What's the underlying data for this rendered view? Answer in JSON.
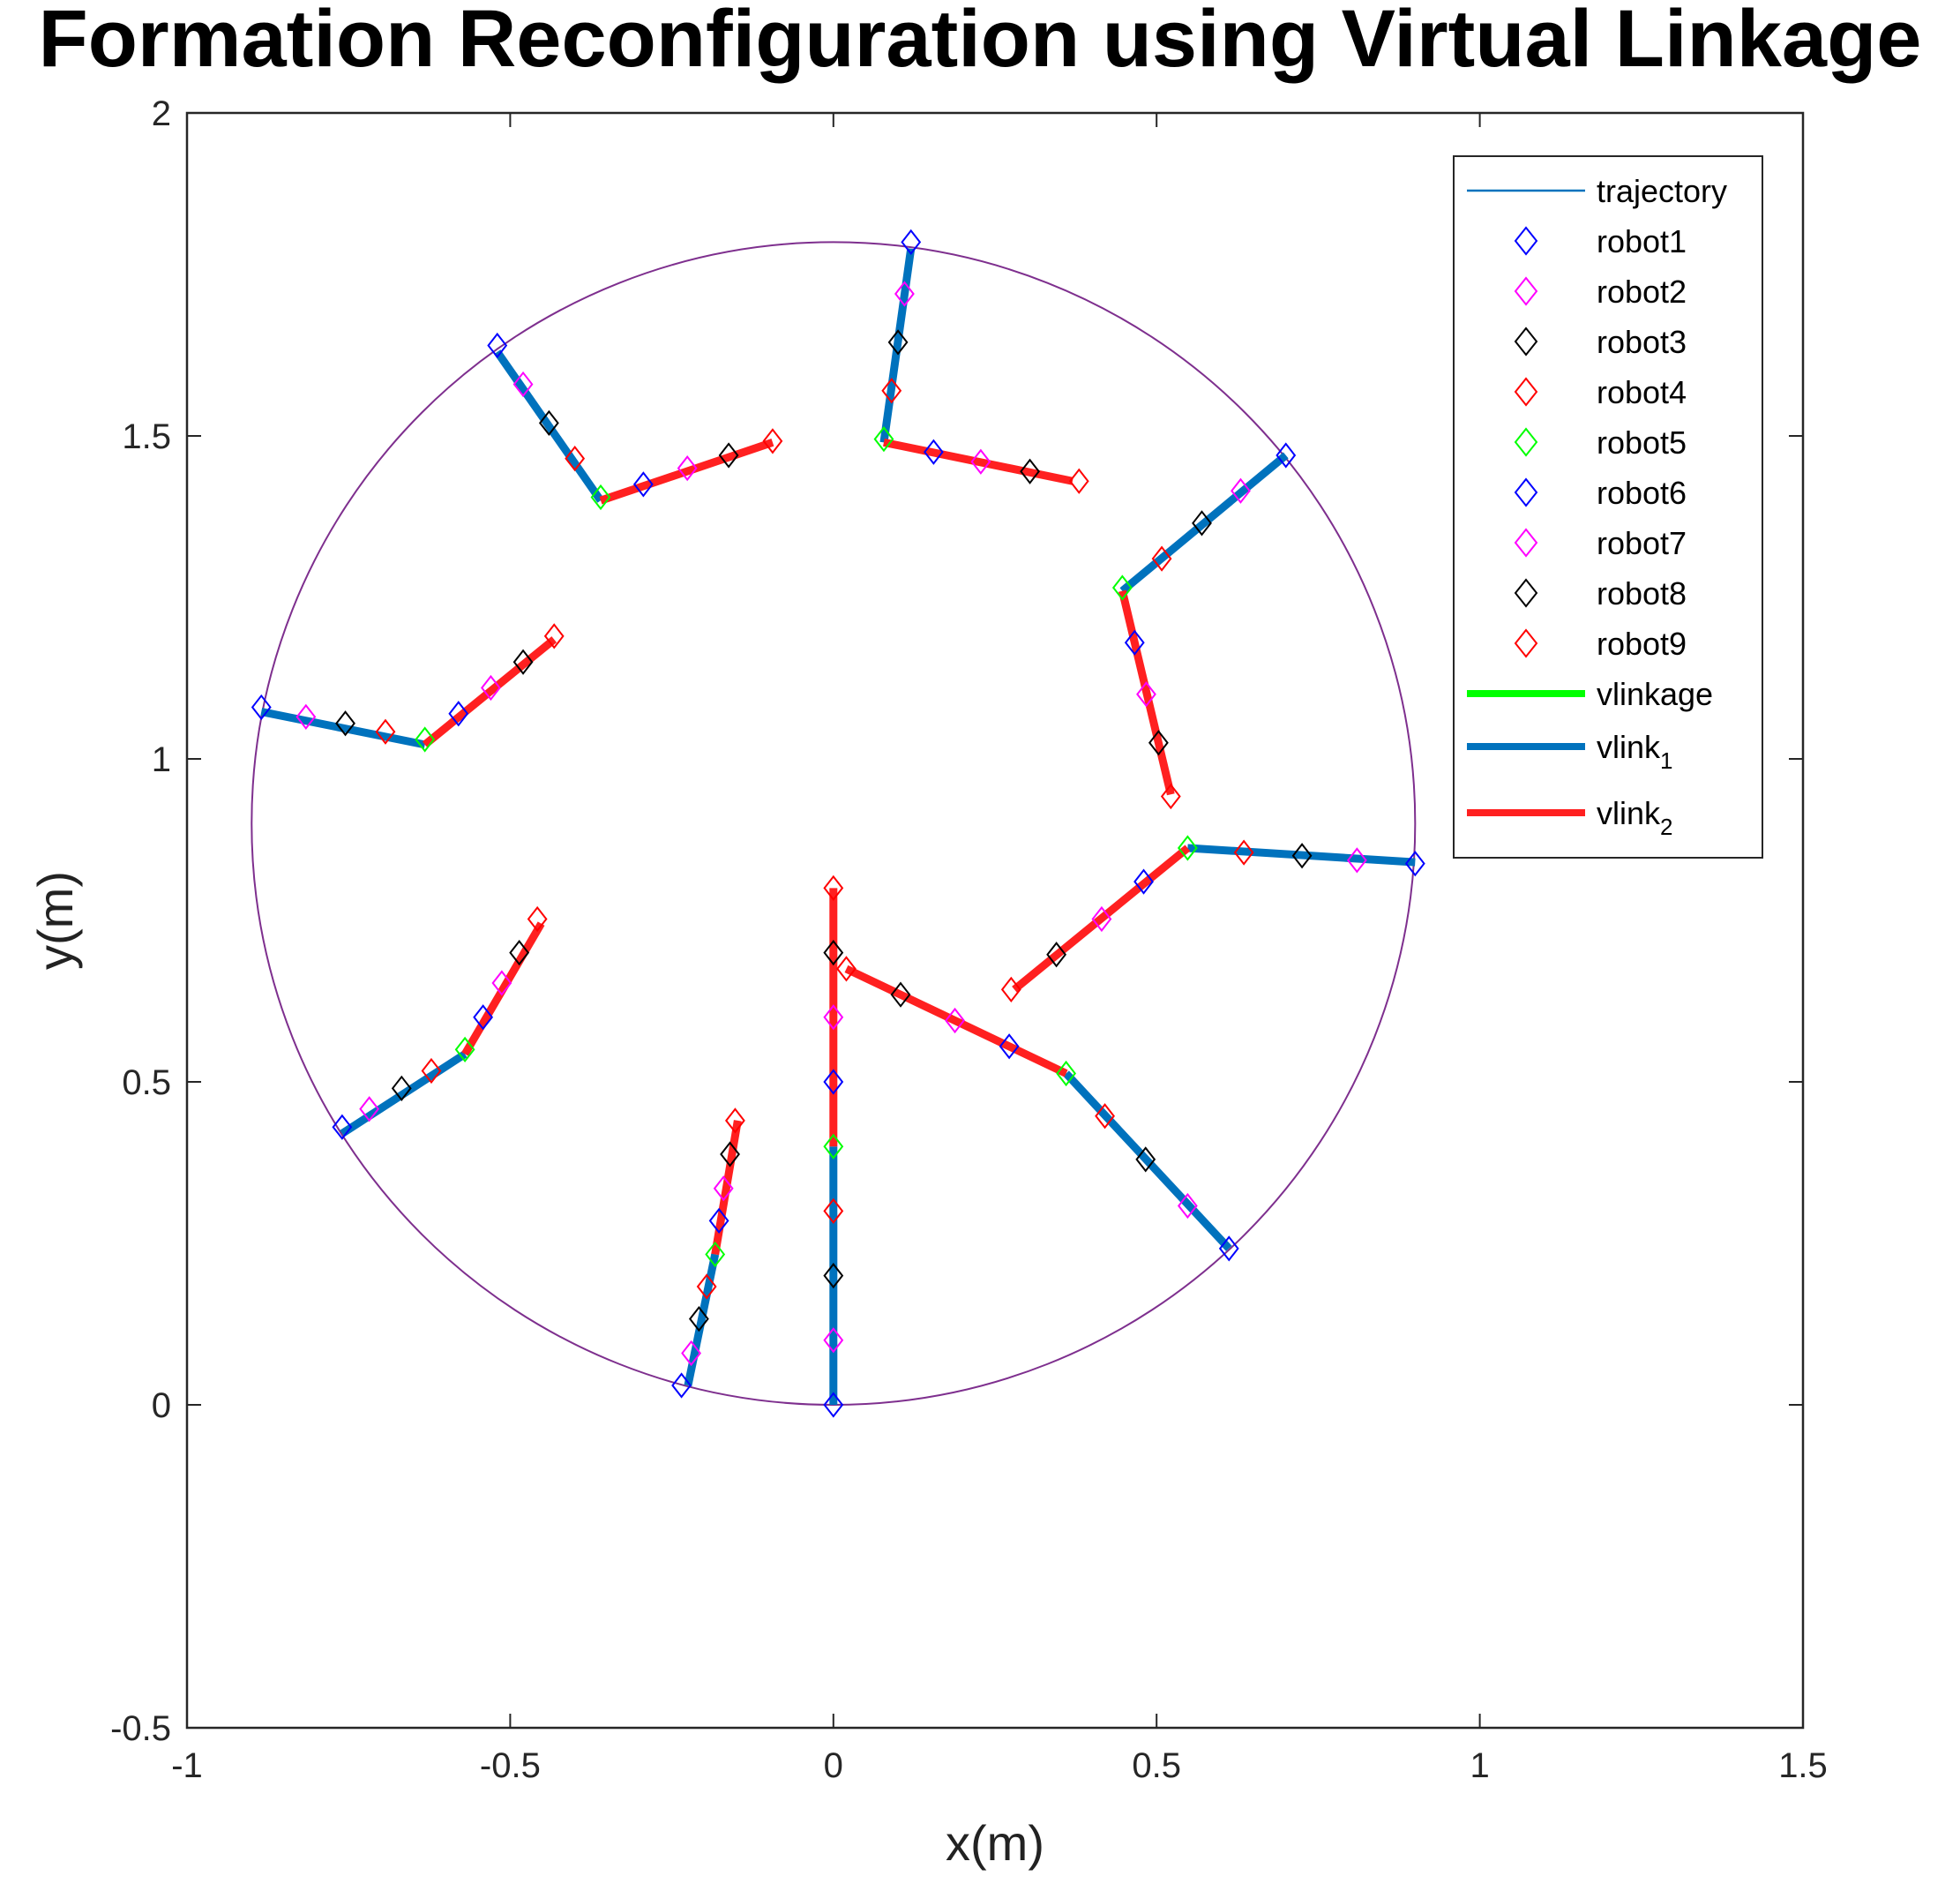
{
  "chart_data": {
    "type": "scatter",
    "title": "Formation Reconfiguration using Virtual Linkage",
    "xlabel": "x(m)",
    "ylabel": "y(m)",
    "xlim": [
      -1,
      1.5
    ],
    "ylim": [
      -0.5,
      2
    ],
    "xticks": [
      -1,
      -0.5,
      0,
      0.5,
      1,
      1.5
    ],
    "yticks": [
      -0.5,
      0,
      0.5,
      1,
      1.5,
      2
    ],
    "xtick_labels": [
      "-1",
      "-0.5",
      "0",
      "0.5",
      "1",
      "1.5"
    ],
    "ytick_labels": [
      "-0.5",
      "0",
      "0.5",
      "1",
      "1.5",
      "2"
    ],
    "grid": false,
    "legend_position": "top-right",
    "trajectory": {
      "name": "trajectory",
      "shape": "circle",
      "center": [
        0,
        0.9
      ],
      "radius": 0.9,
      "color": "#7E2F8E"
    },
    "legend": [
      {
        "label": "trajectory",
        "sub": "",
        "kind": "line",
        "color": "#0072BD",
        "width": "thin"
      },
      {
        "label": "robot1",
        "sub": "",
        "kind": "marker",
        "color": "#0000FF"
      },
      {
        "label": "robot2",
        "sub": "",
        "kind": "marker",
        "color": "#FF00FF"
      },
      {
        "label": "robot3",
        "sub": "",
        "kind": "marker",
        "color": "#000000"
      },
      {
        "label": "robot4",
        "sub": "",
        "kind": "marker",
        "color": "#FF0000"
      },
      {
        "label": "robot5",
        "sub": "",
        "kind": "marker",
        "color": "#00FF00"
      },
      {
        "label": "robot6",
        "sub": "",
        "kind": "marker",
        "color": "#0000FF"
      },
      {
        "label": "robot7",
        "sub": "",
        "kind": "marker",
        "color": "#FF00FF"
      },
      {
        "label": "robot8",
        "sub": "",
        "kind": "marker",
        "color": "#000000"
      },
      {
        "label": "robot9",
        "sub": "",
        "kind": "marker",
        "color": "#FF0000"
      },
      {
        "label": "vlinkage",
        "sub": "",
        "kind": "line",
        "color": "#00FF00",
        "width": "thick"
      },
      {
        "label": "vlink",
        "sub": "1",
        "kind": "line",
        "color": "#0072BD",
        "width": "thick"
      },
      {
        "label": "vlink",
        "sub": "2",
        "kind": "line",
        "color": "#FF2020",
        "width": "thick"
      }
    ],
    "vlink_colors": {
      "vlink1": "#0072BD",
      "vlink2": "#FF2020"
    },
    "robot_colors": [
      "#0000FF",
      "#FF00FF",
      "#000000",
      "#FF0000",
      "#00FF00",
      "#0000FF",
      "#FF00FF",
      "#000000",
      "#FF0000"
    ],
    "formations": [
      {
        "robots": [
          [
            0,
            0
          ],
          [
            0,
            0.1
          ],
          [
            0,
            0.2
          ],
          [
            0,
            0.3
          ],
          [
            0,
            0.4
          ],
          [
            0,
            0.5
          ],
          [
            0,
            0.6
          ],
          [
            0,
            0.7
          ],
          [
            0,
            0.8
          ]
        ],
        "vlink1": [
          [
            0,
            0
          ],
          [
            0,
            0.4
          ]
        ],
        "vlink2": [
          [
            0,
            0.4
          ],
          [
            0,
            0.8
          ]
        ]
      },
      {
        "robots": [
          [
            -0.235,
            0.03
          ],
          [
            -0.22,
            0.08
          ],
          [
            -0.208,
            0.133
          ],
          [
            -0.196,
            0.183
          ],
          [
            -0.183,
            0.233
          ],
          [
            -0.177,
            0.285
          ],
          [
            -0.17,
            0.335
          ],
          [
            -0.16,
            0.388
          ],
          [
            -0.152,
            0.44
          ]
        ],
        "vlink1": [
          [
            -0.225,
            0.03
          ],
          [
            -0.183,
            0.233
          ]
        ],
        "vlink2": [
          [
            -0.183,
            0.233
          ],
          [
            -0.148,
            0.44
          ]
        ]
      },
      {
        "robots": [
          [
            -0.76,
            0.43
          ],
          [
            -0.718,
            0.458
          ],
          [
            -0.668,
            0.49
          ],
          [
            -0.622,
            0.517
          ],
          [
            -0.57,
            0.55
          ],
          [
            -0.542,
            0.6
          ],
          [
            -0.513,
            0.653
          ],
          [
            -0.486,
            0.7
          ],
          [
            -0.458,
            0.752
          ]
        ],
        "vlink1": [
          [
            -0.76,
            0.42
          ],
          [
            -0.57,
            0.543
          ]
        ],
        "vlink2": [
          [
            -0.57,
            0.543
          ],
          [
            -0.452,
            0.745
          ]
        ]
      },
      {
        "robots": [
          [
            -0.885,
            1.08
          ],
          [
            -0.816,
            1.065
          ],
          [
            -0.755,
            1.055
          ],
          [
            -0.693,
            1.042
          ],
          [
            -0.632,
            1.03
          ],
          [
            -0.58,
            1.07
          ],
          [
            -0.53,
            1.11
          ],
          [
            -0.48,
            1.15
          ],
          [
            -0.432,
            1.19
          ]
        ],
        "vlink1": [
          [
            -0.885,
            1.073
          ],
          [
            -0.632,
            1.022
          ]
        ],
        "vlink2": [
          [
            -0.632,
            1.022
          ],
          [
            -0.432,
            1.185
          ]
        ]
      },
      {
        "robots": [
          [
            -0.52,
            1.64
          ],
          [
            -0.48,
            1.58
          ],
          [
            -0.44,
            1.52
          ],
          [
            -0.4,
            1.465
          ],
          [
            -0.36,
            1.405
          ],
          [
            -0.294,
            1.425
          ],
          [
            -0.226,
            1.45
          ],
          [
            -0.162,
            1.47
          ],
          [
            -0.094,
            1.492
          ]
        ],
        "vlink1": [
          [
            -0.52,
            1.63
          ],
          [
            -0.36,
            1.4
          ]
        ],
        "vlink2": [
          [
            -0.36,
            1.4
          ],
          [
            -0.094,
            1.49
          ]
        ]
      },
      {
        "robots": [
          [
            0.12,
            1.8
          ],
          [
            0.11,
            1.72
          ],
          [
            0.1,
            1.645
          ],
          [
            0.09,
            1.57
          ],
          [
            0.078,
            1.495
          ],
          [
            0.155,
            1.475
          ],
          [
            0.228,
            1.46
          ],
          [
            0.304,
            1.445
          ],
          [
            0.38,
            1.43
          ]
        ],
        "vlink1": [
          [
            0.12,
            1.79
          ],
          [
            0.078,
            1.49
          ]
        ],
        "vlink2": [
          [
            0.078,
            1.49
          ],
          [
            0.37,
            1.43
          ]
        ]
      },
      {
        "robots": [
          [
            0.7,
            1.47
          ],
          [
            0.63,
            1.415
          ],
          [
            0.57,
            1.365
          ],
          [
            0.508,
            1.31
          ],
          [
            0.447,
            1.265
          ],
          [
            0.466,
            1.18
          ],
          [
            0.484,
            1.1
          ],
          [
            0.503,
            1.025
          ],
          [
            0.522,
            0.942
          ]
        ],
        "vlink1": [
          [
            0.7,
            1.47
          ],
          [
            0.447,
            1.26
          ]
        ],
        "vlink2": [
          [
            0.447,
            1.26
          ],
          [
            0.522,
            0.945
          ]
        ]
      },
      {
        "robots": [
          [
            0.9,
            0.838
          ],
          [
            0.81,
            0.843
          ],
          [
            0.725,
            0.85
          ],
          [
            0.635,
            0.855
          ],
          [
            0.548,
            0.862
          ],
          [
            0.48,
            0.81
          ],
          [
            0.415,
            0.752
          ],
          [
            0.345,
            0.697
          ],
          [
            0.275,
            0.643
          ]
        ],
        "vlink1": [
          [
            0.9,
            0.84
          ],
          [
            0.548,
            0.862
          ]
        ],
        "vlink2": [
          [
            0.548,
            0.862
          ],
          [
            0.28,
            0.643
          ]
        ]
      },
      {
        "robots": [
          [
            0.612,
            0.242
          ],
          [
            0.548,
            0.308
          ],
          [
            0.483,
            0.38
          ],
          [
            0.42,
            0.447
          ],
          [
            0.36,
            0.513
          ],
          [
            0.272,
            0.555
          ],
          [
            0.188,
            0.595
          ],
          [
            0.104,
            0.635
          ],
          [
            0.02,
            0.675
          ]
        ],
        "vlink1": [
          [
            0.612,
            0.242
          ],
          [
            0.36,
            0.513
          ]
        ],
        "vlink2": [
          [
            0.36,
            0.513
          ],
          [
            0.02,
            0.675
          ]
        ]
      }
    ]
  }
}
